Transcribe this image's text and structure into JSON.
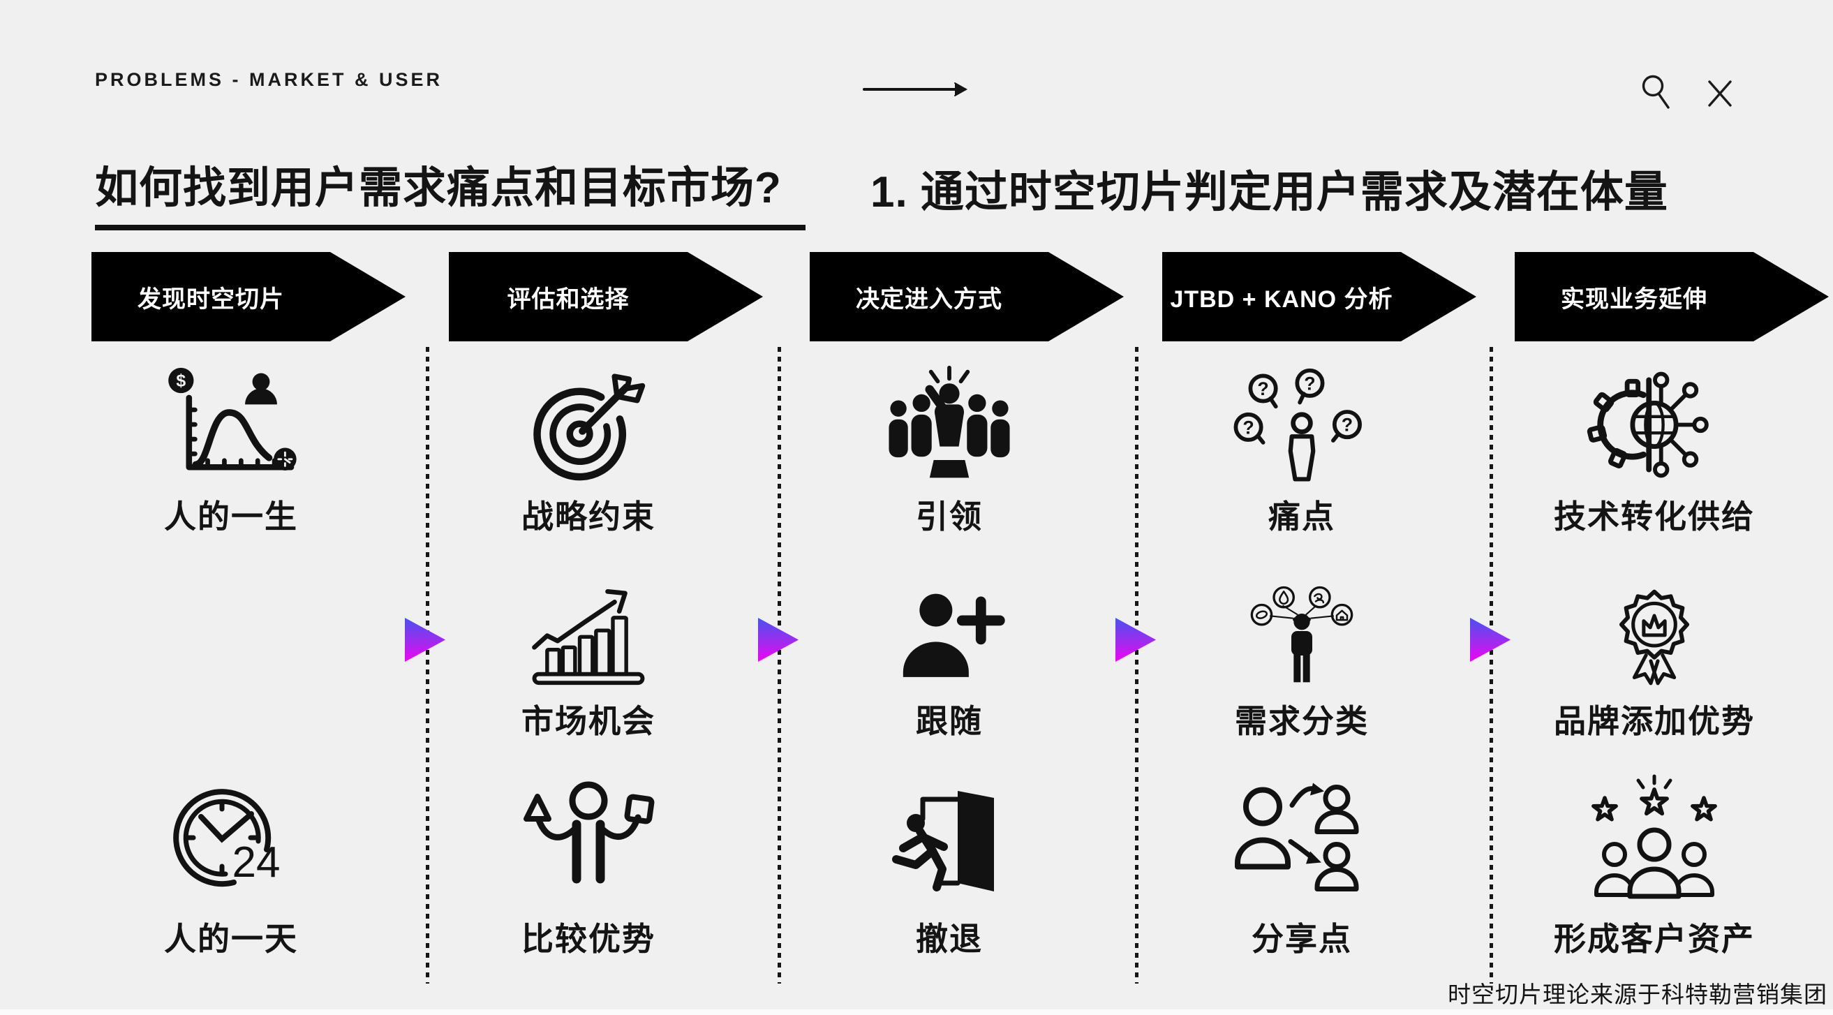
{
  "header": {
    "kicker": "PROBLEMS - MARKET & USER",
    "arrow_icon": "right-arrow-icon",
    "search_icon": "search-icon",
    "close_icon": "close-icon"
  },
  "titles": {
    "left": "如何找到用户需求痛点和目标市场?",
    "right": "1. 通过时空切片判定用户需求及潜在体量"
  },
  "stages": [
    {
      "banner": "发现时空切片",
      "items": [
        {
          "label": "人的一生",
          "icon": "lifetime-curve-icon"
        },
        {
          "label": "人的一天",
          "icon": "24-hour-clock-icon"
        }
      ]
    },
    {
      "banner": "评估和选择",
      "items": [
        {
          "label": "战略约束",
          "icon": "target-arrow-icon"
        },
        {
          "label": "市场机会",
          "icon": "growth-bar-chart-icon"
        },
        {
          "label": "比较优势",
          "icon": "weighing-person-icon"
        }
      ]
    },
    {
      "banner": "决定进入方式",
      "items": [
        {
          "label": "引领",
          "icon": "leader-group-icon"
        },
        {
          "label": "跟随",
          "icon": "follow-person-plus-icon"
        },
        {
          "label": "撤退",
          "icon": "exit-door-icon"
        }
      ]
    },
    {
      "banner": "JTBD + KANO 分析",
      "items": [
        {
          "label": "痛点",
          "icon": "question-bubbles-person-icon"
        },
        {
          "label": "需求分类",
          "icon": "needs-classification-icon"
        },
        {
          "label": "分享点",
          "icon": "share-people-arrows-icon"
        }
      ]
    },
    {
      "banner": "实现业务延伸",
      "items": [
        {
          "label": "技术转化供给",
          "icon": "gear-globe-network-icon"
        },
        {
          "label": "品牌添加优势",
          "icon": "crown-badge-icon"
        },
        {
          "label": "形成客户资产",
          "icon": "people-stars-icon"
        }
      ]
    }
  ],
  "icon_text": {
    "question_mark": "?",
    "clock_badge": "24",
    "coin_symbol": "$"
  },
  "footer": {
    "credit": "时空切片理论来源于科特勒营销集团"
  },
  "colors": {
    "background": "#F0F0F0",
    "ink": "#141414",
    "banner_bg": "#000000",
    "banner_text": "#FFFFFF",
    "triangle_gradient_top": "#4B51F0",
    "triangle_gradient_bottom": "#EF04F5"
  }
}
